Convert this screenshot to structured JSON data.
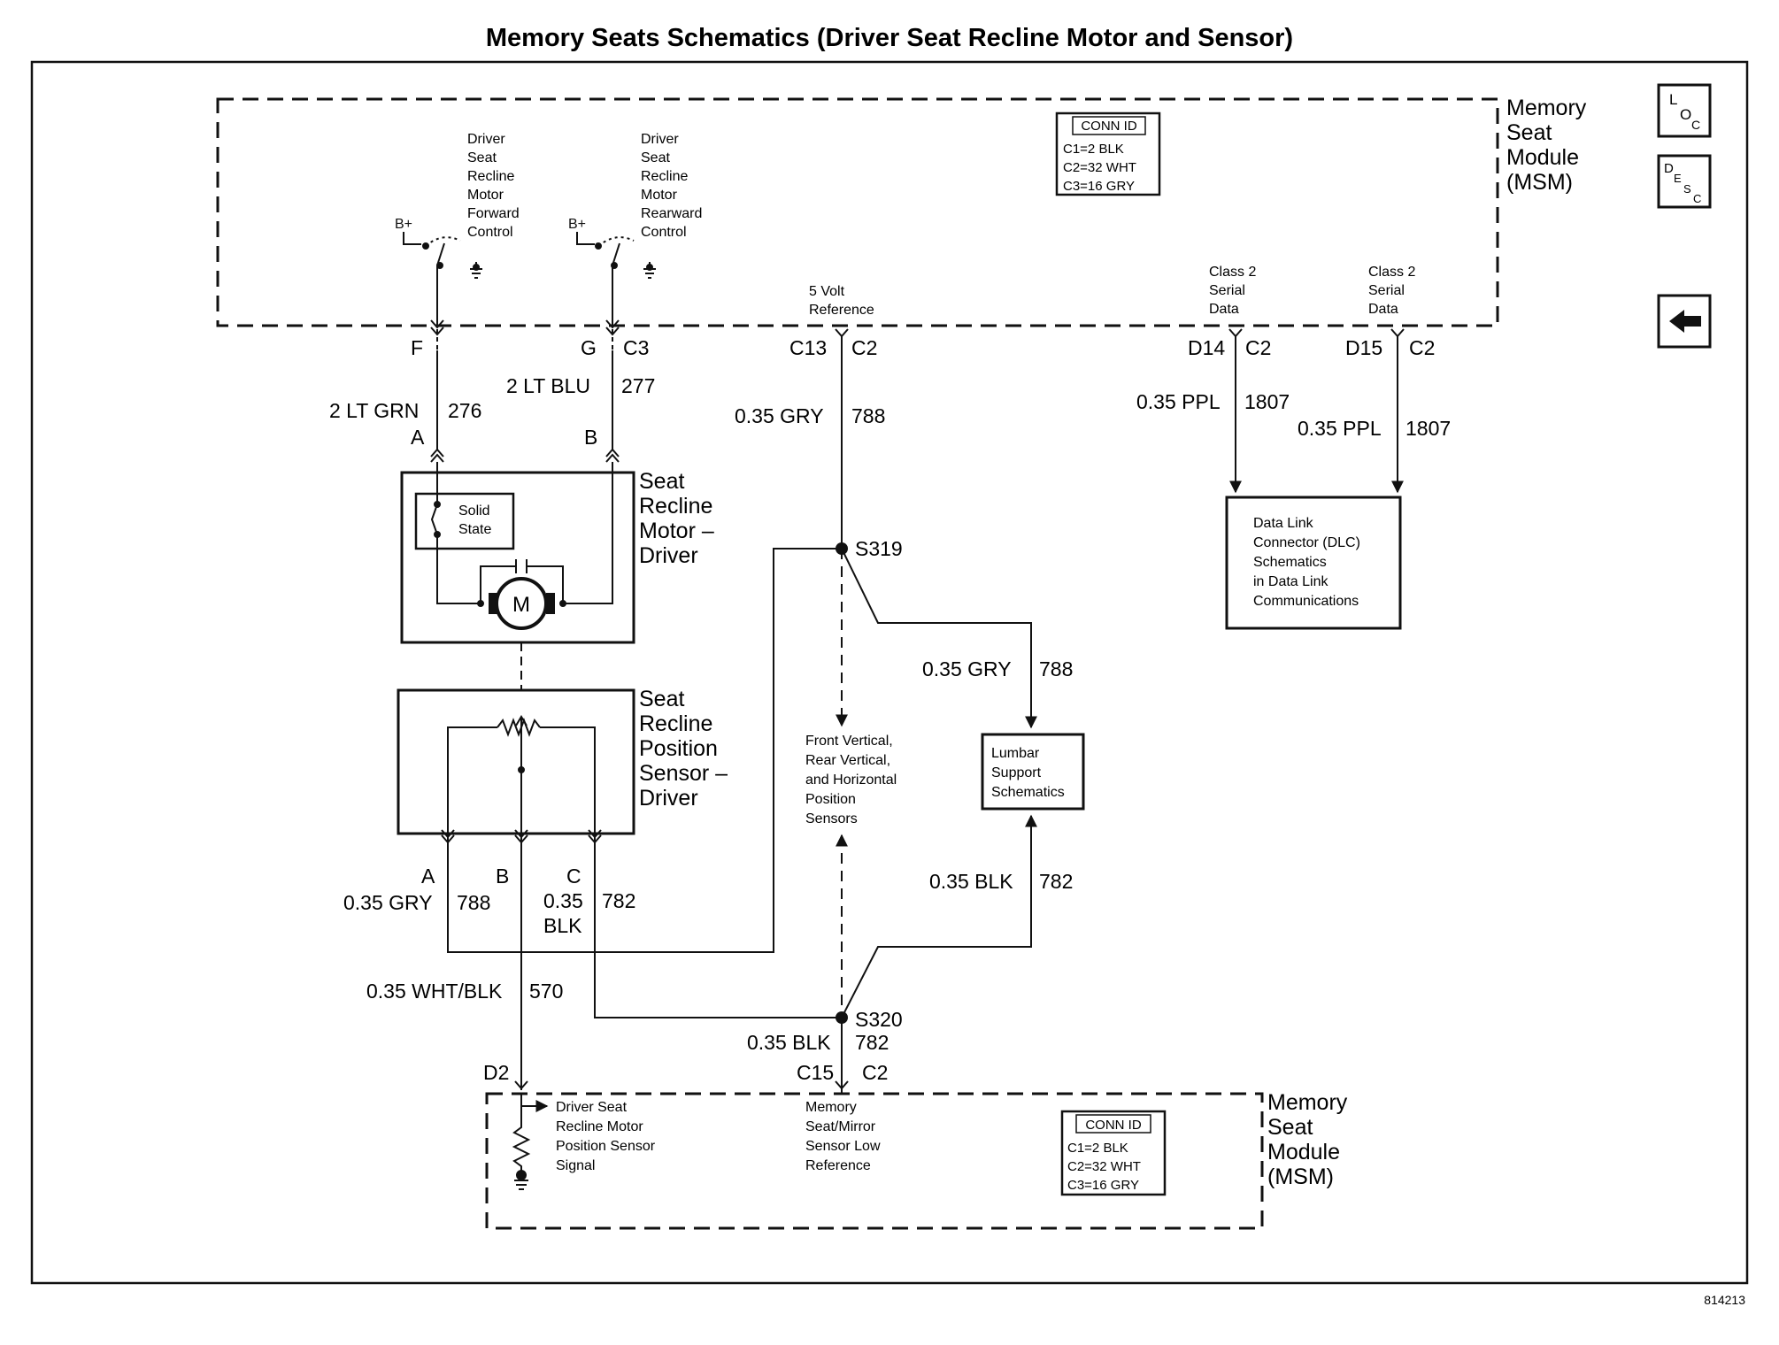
{
  "title": "Memory Seats Schematics (Driver Seat Recline Motor and Sensor)",
  "figure_id": "814213",
  "nav": {
    "loc_main": "L",
    "loc_sub": "O",
    "loc_sub2": "C",
    "desc_main": "D",
    "desc_e": "E",
    "desc_s": "S",
    "desc_c": "C",
    "back_symbol": "⇦"
  },
  "msm_top": {
    "name_lines": [
      "Memory",
      "Seat",
      "Module",
      "(MSM)"
    ],
    "conn_id": {
      "header": "CONN ID",
      "rows": [
        "C1=2 BLK",
        "C2=32 WHT",
        "C3=16 GRY"
      ]
    },
    "fwd_control_lines": [
      "Driver",
      "Seat",
      "Recline",
      "Motor",
      "Forward",
      "Control"
    ],
    "rwd_control_lines": [
      "Driver",
      "Seat",
      "Recline",
      "Motor",
      "Rearward",
      "Control"
    ],
    "bplus": "B+",
    "ref_5v_lines": [
      "5 Volt",
      "Reference"
    ],
    "class2_lines": [
      "Class 2",
      "Serial",
      "Data"
    ]
  },
  "pins": {
    "f": "F",
    "g": "G",
    "c3": "C3",
    "c13": "C13",
    "c2": "C2",
    "d14": "D14",
    "d15": "D15",
    "d2": "D2",
    "c15": "C15",
    "motor_a": "A",
    "motor_b": "B",
    "sensor_a": "A",
    "sensor_b": "B",
    "sensor_c": "C"
  },
  "wires": {
    "w276_color": "2 LT GRN",
    "w276_circuit": "276",
    "w277_color": "2 LT BLU",
    "w277_circuit": "277",
    "w788_color": "0.35 GRY",
    "w788_circuit": "788",
    "w1807_color": "0.35 PPL",
    "w1807_circuit": "1807",
    "w788_lumbar_color": "0.35 GRY",
    "w788_lumbar_circuit": "788",
    "w782_lumbar_color": "0.35 BLK",
    "w782_lumbar_circuit": "782",
    "sensor_a_color": "0.35 GRY",
    "sensor_a_circuit": "788",
    "sensor_c_color_1": "0.35",
    "sensor_c_color_2": "BLK",
    "sensor_c_circuit": "782",
    "w570_color": "0.35 WHT/BLK",
    "w570_circuit": "570",
    "w782_bottom_color": "0.35 BLK",
    "w782_bottom_circuit": "782"
  },
  "splices": {
    "s319": "S319",
    "s320": "S320"
  },
  "motor": {
    "name_lines": [
      "Seat",
      "Recline",
      "Motor –",
      "Driver"
    ],
    "solid_state_lines": [
      "Solid",
      "State"
    ],
    "m_label": "M"
  },
  "sensor": {
    "name_lines": [
      "Seat",
      "Recline",
      "Position",
      "Sensor –",
      "Driver"
    ]
  },
  "position_sensors_lines": [
    "Front Vertical,",
    "Rear Vertical,",
    "and Horizontal",
    "Position",
    "Sensors"
  ],
  "lumbar_lines": [
    "Lumbar",
    "Support",
    "Schematics"
  ],
  "dlc_lines": [
    "Data Link",
    "Connector (DLC)",
    "Schematics",
    "in Data Link",
    "Communications"
  ],
  "msm_bottom": {
    "name_lines": [
      "Memory",
      "Seat",
      "Module",
      "(MSM)"
    ],
    "conn_id": {
      "header": "CONN ID",
      "rows": [
        "C1=2 BLK",
        "C2=32 WHT",
        "C3=16 GRY"
      ]
    },
    "signal_lines": [
      "Driver Seat",
      "Recline Motor",
      "Position Sensor",
      "Signal"
    ],
    "low_ref_lines": [
      "Memory",
      "Seat/Mirror",
      "Sensor Low",
      "Reference"
    ]
  }
}
